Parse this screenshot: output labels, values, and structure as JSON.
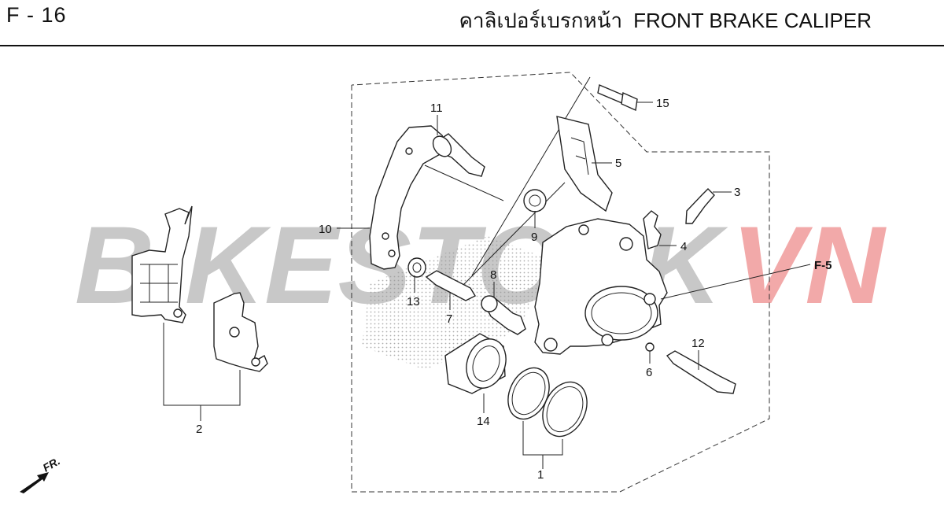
{
  "header": {
    "code": "F - 16",
    "title_thai": "คาลิเปอร์เบรกหน้า",
    "title_en": "FRONT BRAKE CALIPER"
  },
  "watermark": {
    "text_gray": "BIKESTOCK",
    "text_red": "VN",
    "color_gray": "#c8c8c8",
    "color_red": "#f2a9a9"
  },
  "diagram": {
    "reference": "F-5",
    "direction": "FR.",
    "callouts": [
      "1",
      "2",
      "3",
      "4",
      "5",
      "6",
      "7",
      "8",
      "9",
      "10",
      "11",
      "12",
      "13",
      "14",
      "15"
    ]
  }
}
